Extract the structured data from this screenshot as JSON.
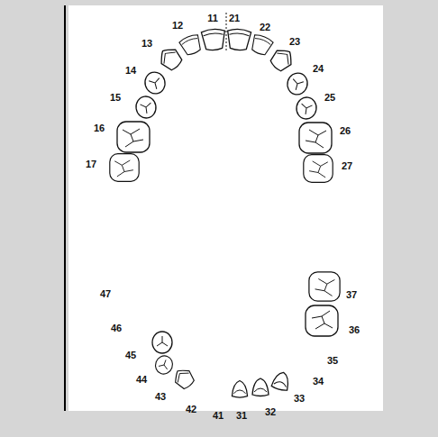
{
  "diagram": {
    "labels": [
      "12",
      "11",
      "21",
      "22",
      "13",
      "23",
      "14",
      "24",
      "15",
      "25",
      "16",
      "26",
      "17",
      "27",
      "47",
      "37",
      "46",
      "36",
      "45",
      "35",
      "44",
      "34",
      "43",
      "33",
      "42",
      "41",
      "31",
      "32"
    ]
  }
}
